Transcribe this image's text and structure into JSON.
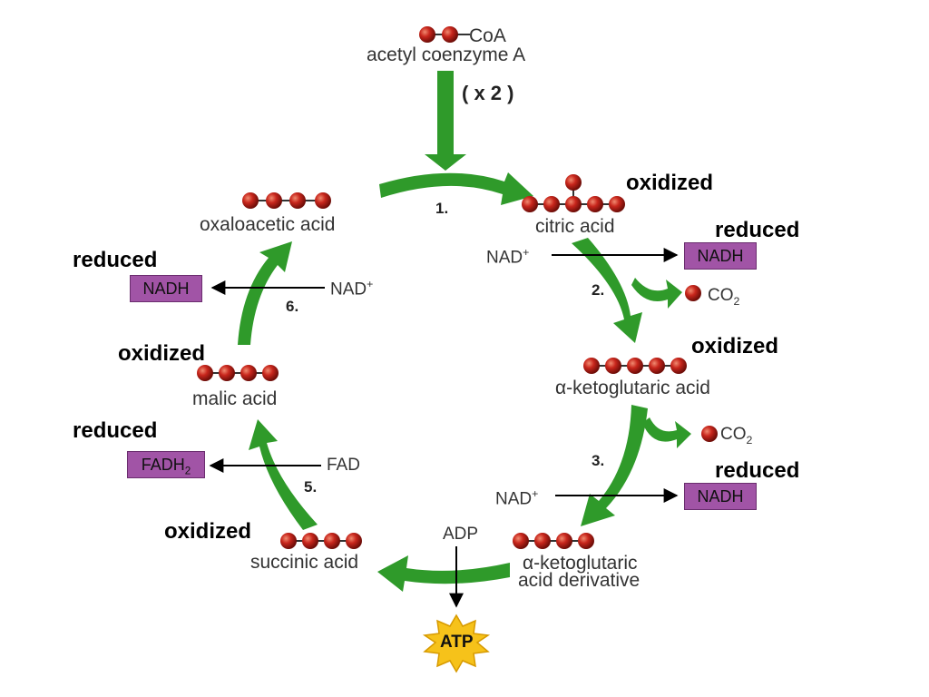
{
  "colors": {
    "arrow_green": "#2f9a2a",
    "molecule_red": "#c8261c",
    "box_purple": "#a154a6",
    "atp_star": "#f6c21a"
  },
  "icons": [
    "molecule-chain-icon",
    "cycle-arrow-icon",
    "atp-starburst-icon",
    "reaction-arrow-icon"
  ],
  "header": {
    "coa": "CoA",
    "acetyl": "acetyl coenzyme A",
    "times": "( x 2 )"
  },
  "compounds": {
    "citric": "citric acid",
    "keto": "α-ketoglutaric acid",
    "keto_deriv_1": "α-ketoglutaric",
    "keto_deriv_2": "acid derivative",
    "succinic": "succinic acid",
    "malic": "malic acid",
    "oxaloacetic": "oxaloacetic acid"
  },
  "steps": {
    "s1": "1.",
    "s2": "2.",
    "s3": "3.",
    "s5": "5.",
    "s6": "6."
  },
  "states": {
    "oxidized": "oxidized",
    "reduced": "reduced"
  },
  "cofactors": {
    "nad_base": "NAD",
    "nad_plus": "+",
    "nadh": "NADH",
    "fad": "FAD",
    "fadh_base": "FADH",
    "fadh_sub": "2",
    "co_base": "CO",
    "co_sub": "2",
    "adp": "ADP",
    "atp": "ATP"
  }
}
